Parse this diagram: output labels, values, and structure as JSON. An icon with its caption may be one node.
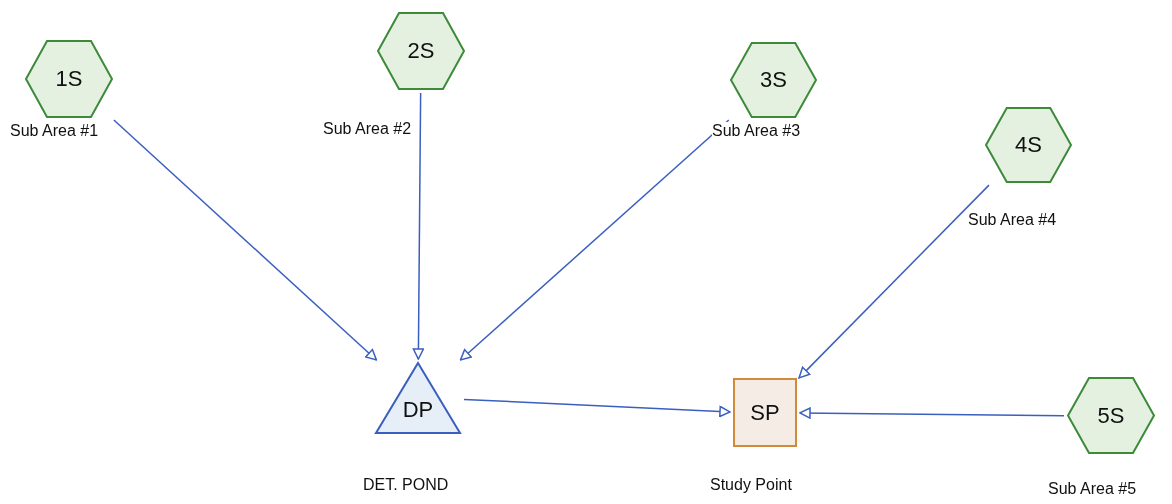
{
  "diagram": {
    "nodes": [
      {
        "text": [
          "1S"
        ],
        "beside": [
          "Sub Area #1"
        ]
      },
      {
        "text": [
          "2S"
        ],
        "beside": [
          "Sub Area #2"
        ]
      },
      {
        "text": [
          "3S"
        ],
        "beside": [
          "Sub Area #3"
        ]
      },
      {
        "text": [
          "4S"
        ],
        "beside": [
          "Sub Area #4"
        ]
      },
      {
        "text": [
          "DP"
        ],
        "beside": [
          "DET. POND"
        ]
      },
      {
        "text": [
          "SP"
        ],
        "beside": [
          "Study Point"
        ]
      },
      {
        "text": [
          "5S"
        ],
        "beside": [
          "Sub Area #5"
        ]
      }
    ],
    "edges": [
      {
        "from": 0,
        "to": 4,
        "arrow": "to"
      },
      {
        "from": 1,
        "to": 4,
        "arrow": "to"
      },
      {
        "from": 2,
        "to": 4,
        "arrow": "to"
      },
      {
        "from": 3,
        "to": 5,
        "arrow": "to"
      },
      {
        "from": 4,
        "to": 5,
        "arrow": "to"
      },
      {
        "from": 6,
        "to": 5,
        "arrow": "to"
      }
    ]
  }
}
